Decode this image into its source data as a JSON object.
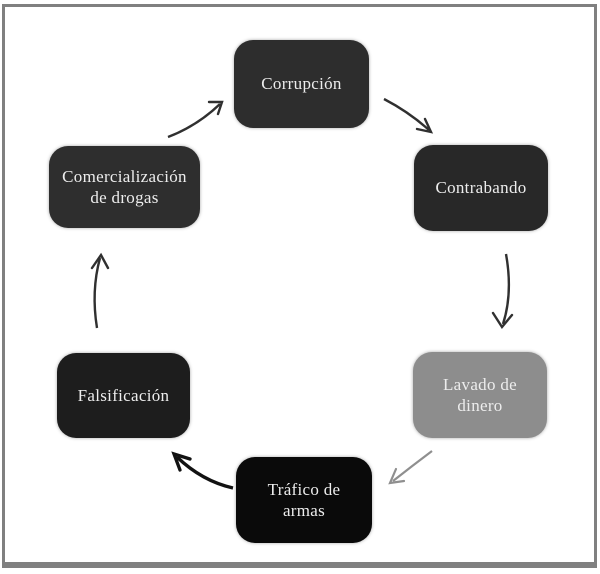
{
  "figure": {
    "background_color": "#ffffff",
    "frame_color": "#808080",
    "node_text_color": "#ededed"
  },
  "diagram": {
    "type": "cycle",
    "nodes": [
      {
        "id": "corrupcion",
        "label": "Corrupción",
        "color": "#2d2d2d"
      },
      {
        "id": "contrabando",
        "label": "Contrabando",
        "color": "#282828"
      },
      {
        "id": "lavado-de-dinero",
        "label": "Lavado de dinero",
        "color": "#8d8d8d"
      },
      {
        "id": "trafico-de-armas",
        "label": "Tráfico de armas",
        "color": "#0a0a0a"
      },
      {
        "id": "falsificacion",
        "label": "Falsificación",
        "color": "#1d1d1d"
      },
      {
        "id": "comercializacion-de-drogas",
        "label": "Comercialización de drogas",
        "color": "#2e2e2e"
      }
    ],
    "edges": [
      {
        "from": "Corrupción",
        "to": "Contrabando",
        "color": "#303030"
      },
      {
        "from": "Contrabando",
        "to": "Lavado de dinero",
        "color": "#303030"
      },
      {
        "from": "Lavado de dinero",
        "to": "Tráfico de armas",
        "color": "#8f8f8f"
      },
      {
        "from": "Tráfico de armas",
        "to": "Falsificación",
        "color": "#121212"
      },
      {
        "from": "Falsificación",
        "to": "Comercialización de drogas",
        "color": "#303030"
      },
      {
        "from": "Comercialización de drogas",
        "to": "Corrupción",
        "color": "#303030"
      }
    ]
  }
}
